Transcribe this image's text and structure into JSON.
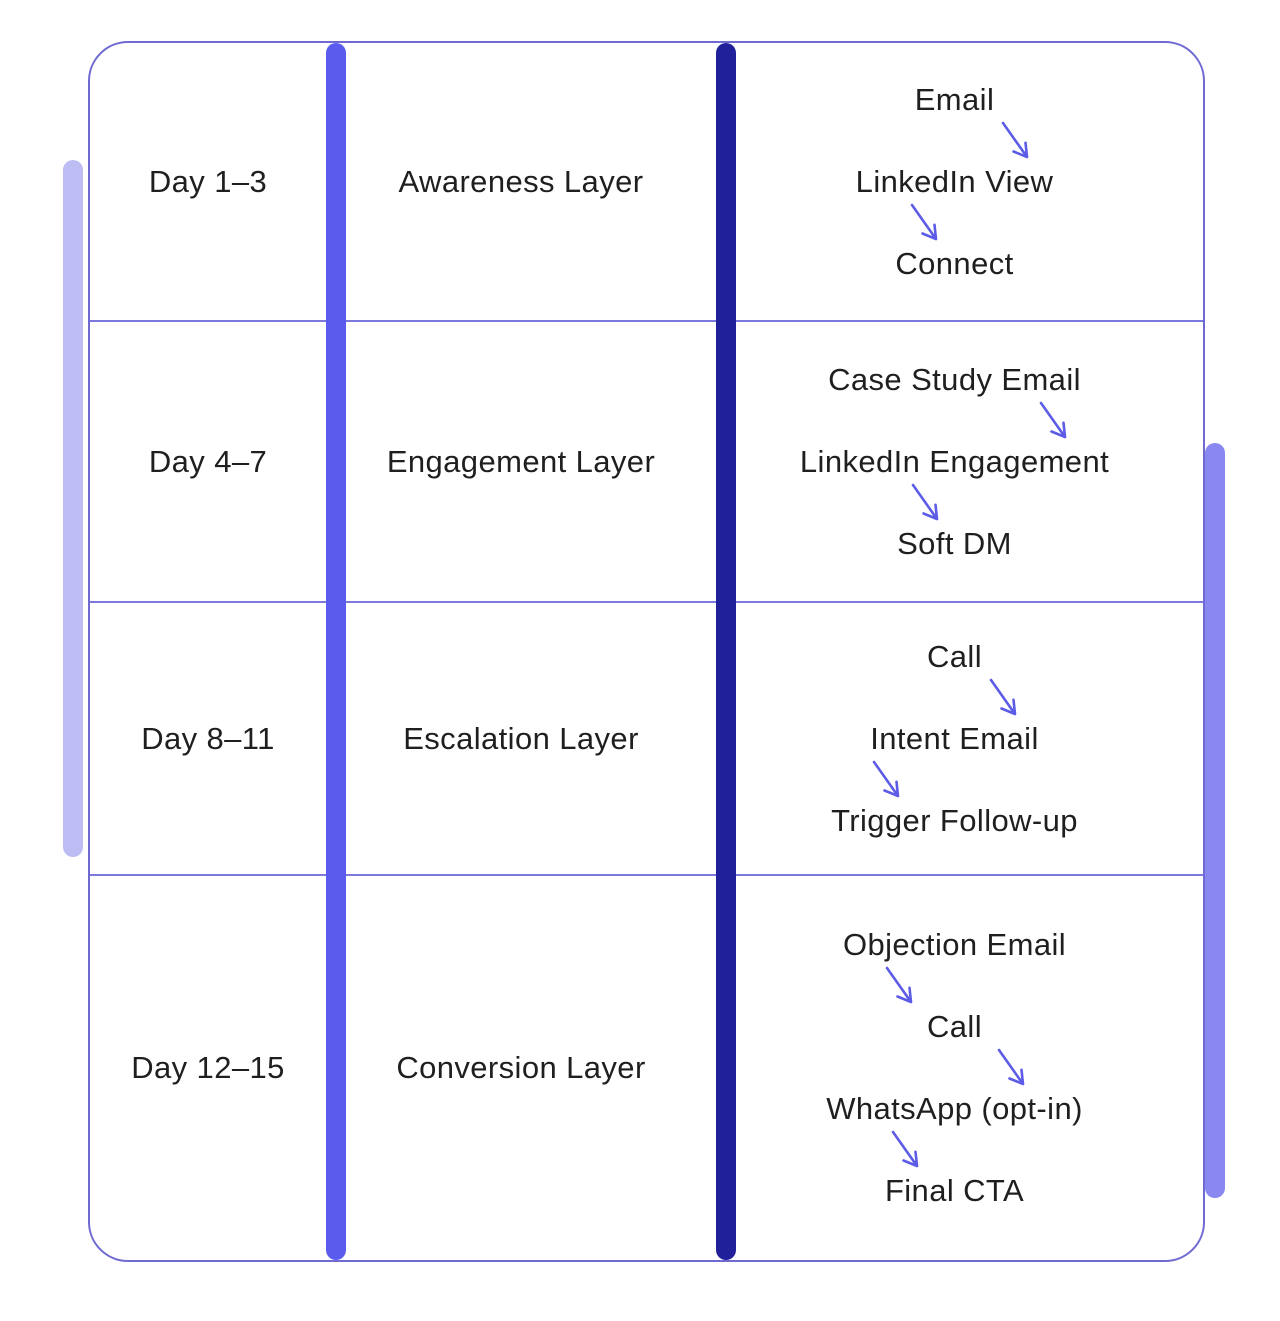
{
  "colors": {
    "border": "#6f6ad2",
    "divider": "#7d78dd",
    "column_bar": "#5b5bee",
    "spine_bar": "#20209a",
    "left_accent": "#bdbdf4",
    "right_accent": "#8888f0",
    "arrow": "#5c5ce6",
    "text": "#1f1f1f"
  },
  "table": {
    "rows": [
      {
        "day": "Day 1–3",
        "layer": "Awareness Layer",
        "steps": [
          "Email",
          "LinkedIn View",
          "Connect"
        ]
      },
      {
        "day": "Day 4–7",
        "layer": "Engagement Layer",
        "steps": [
          "Case Study Email",
          "LinkedIn Engagement",
          "Soft DM"
        ]
      },
      {
        "day": "Day 8–11",
        "layer": "Escalation Layer",
        "steps": [
          "Call",
          "Intent Email",
          "Trigger Follow-up"
        ]
      },
      {
        "day": "Day 12–15",
        "layer": "Conversion Layer",
        "steps": [
          "Objection Email",
          "Call",
          "WhatsApp (opt-in)",
          "Final CTA"
        ]
      }
    ]
  }
}
